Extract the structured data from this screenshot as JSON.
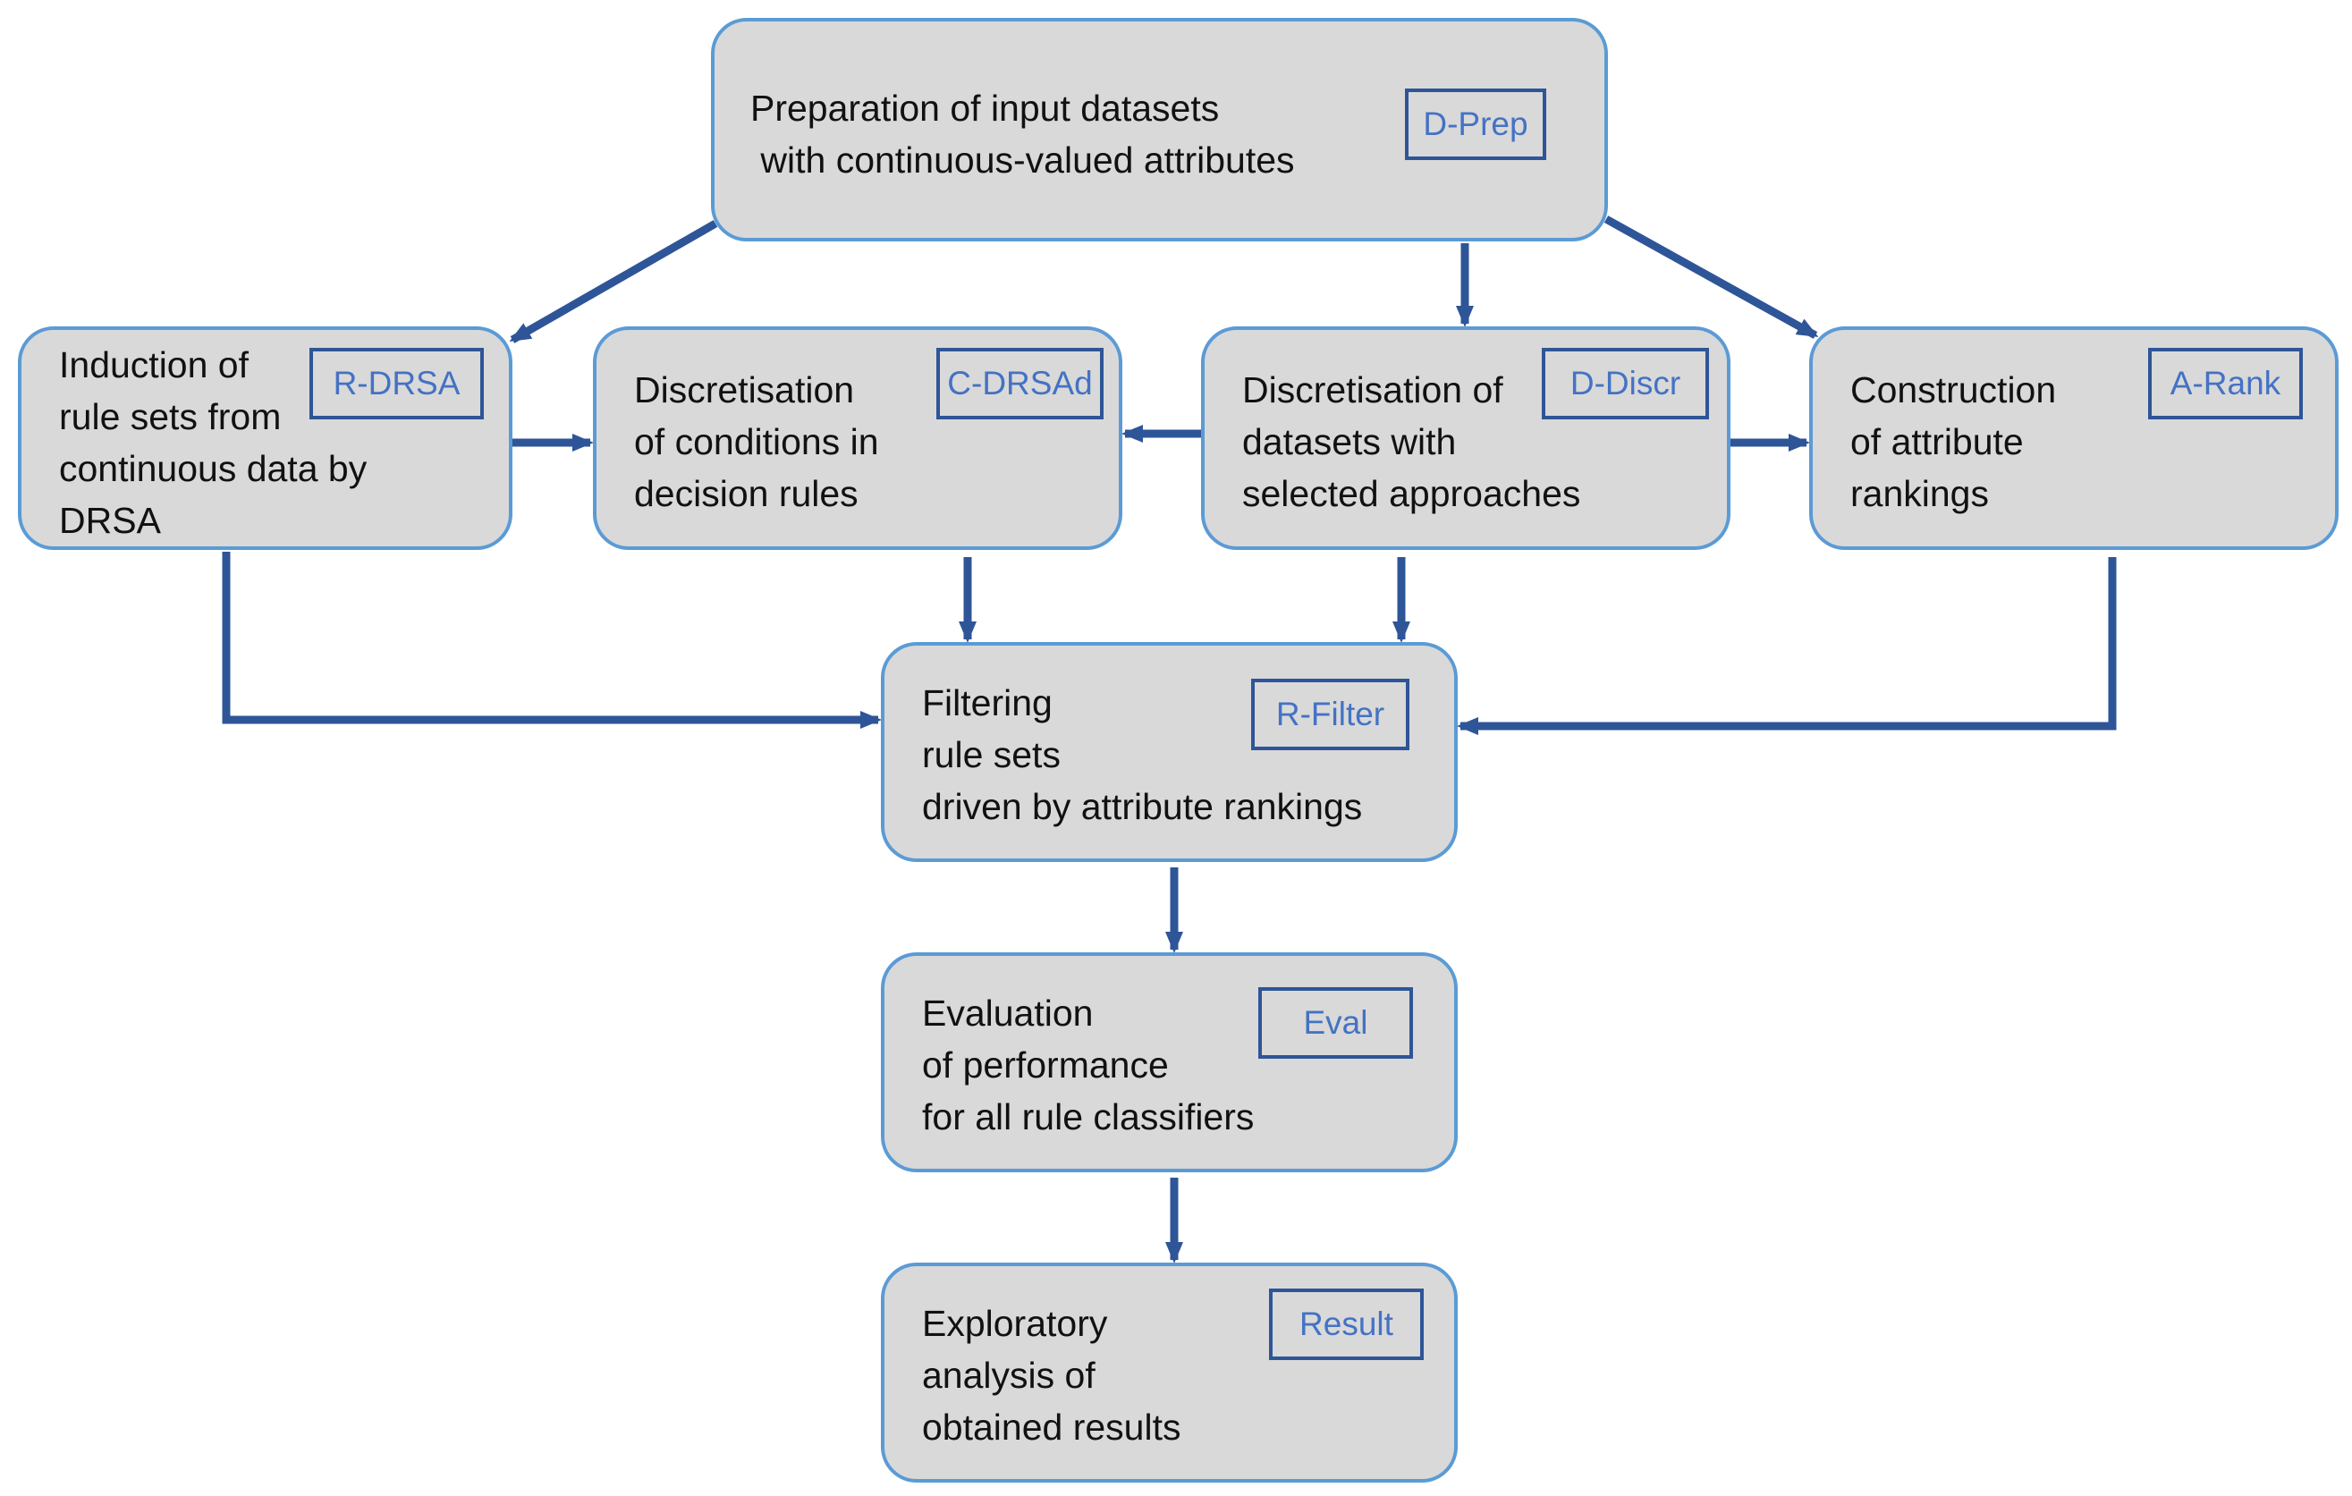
{
  "colors": {
    "box_fill": "#d9d9d9",
    "box_border": "#5b9bd5",
    "tag_border": "#2e5597",
    "tag_text": "#4472c4",
    "arrow": "#2e5597"
  },
  "nodes": {
    "d_prep": {
      "text": "Preparation of input datasets\n with continuous-valued attributes",
      "tag": "D-Prep"
    },
    "r_drsa": {
      "text": "Induction of\nrule sets from\ncontinuous data by\nDRSA",
      "tag": "R-DRSA"
    },
    "c_drsad": {
      "text": "Discretisation\nof conditions in\ndecision rules",
      "tag": "C-DRSAd"
    },
    "d_discr": {
      "text": "Discretisation of\ndatasets with\nselected approaches",
      "tag": "D-Discr"
    },
    "a_rank": {
      "text": "Construction\nof attribute\nrankings",
      "tag": "A-Rank"
    },
    "r_filter": {
      "text": "Filtering\nrule sets\ndriven by attribute rankings",
      "tag": "R-Filter"
    },
    "eval": {
      "text": "Evaluation\nof performance\nfor all rule classifiers",
      "tag": "Eval"
    },
    "result": {
      "text": "Exploratory\nanalysis of\nobtained results",
      "tag": "Result"
    }
  },
  "edges": [
    {
      "from": "d_prep",
      "to": "r_drsa"
    },
    {
      "from": "d_prep",
      "to": "d_discr"
    },
    {
      "from": "d_prep",
      "to": "a_rank"
    },
    {
      "from": "r_drsa",
      "to": "c_drsad"
    },
    {
      "from": "d_discr",
      "to": "c_drsad"
    },
    {
      "from": "d_discr",
      "to": "a_rank"
    },
    {
      "from": "r_drsa",
      "to": "r_filter"
    },
    {
      "from": "c_drsad",
      "to": "r_filter"
    },
    {
      "from": "d_discr",
      "to": "r_filter"
    },
    {
      "from": "a_rank",
      "to": "r_filter"
    },
    {
      "from": "r_filter",
      "to": "eval"
    },
    {
      "from": "eval",
      "to": "result"
    }
  ]
}
